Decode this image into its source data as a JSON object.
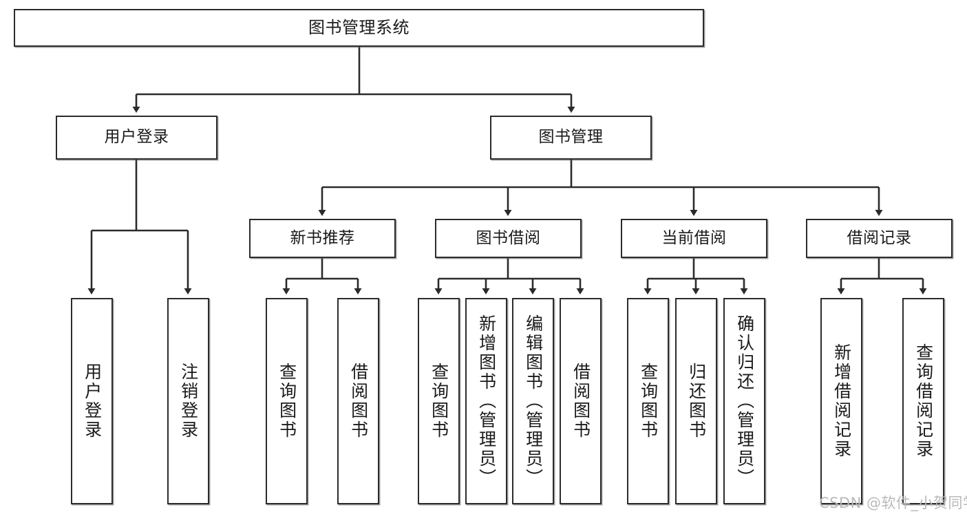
{
  "diagram": {
    "type": "tree",
    "title": "图书管理系统",
    "orientation": "top-down",
    "colors": {
      "box_border": "#2b2b2b",
      "box_fill": "#ffffff",
      "edge": "#2b2b2b",
      "text": "#1a1a1a",
      "watermark": "#b9b9b9"
    }
  },
  "root": {
    "label": "图书管理系统"
  },
  "level2": [
    {
      "label": "用户登录"
    },
    {
      "label": "图书管理"
    }
  ],
  "level3": [
    {
      "label": "新书推荐"
    },
    {
      "label": "图书借阅"
    },
    {
      "label": "当前借阅"
    },
    {
      "label": "借阅记录"
    }
  ],
  "leaves": {
    "user_login": [
      {
        "label": "用户登录"
      },
      {
        "label": "注销登录"
      }
    ],
    "new_book": [
      {
        "label": "查询图书"
      },
      {
        "label": "借阅图书"
      }
    ],
    "borrow_book": [
      {
        "label": "查询图书"
      },
      {
        "label": "新增图书（管理员）"
      },
      {
        "label": "编辑图书（管理员）"
      },
      {
        "label": "借阅图书"
      }
    ],
    "current_borrow": [
      {
        "label": "查询图书"
      },
      {
        "label": "归还图书"
      },
      {
        "label": "确认归还（管理员）"
      }
    ],
    "borrow_record": [
      {
        "label": "新增借阅记录"
      },
      {
        "label": "查询借阅记录"
      }
    ]
  },
  "watermark": {
    "text": "CSDN @软件_小贺同学"
  }
}
